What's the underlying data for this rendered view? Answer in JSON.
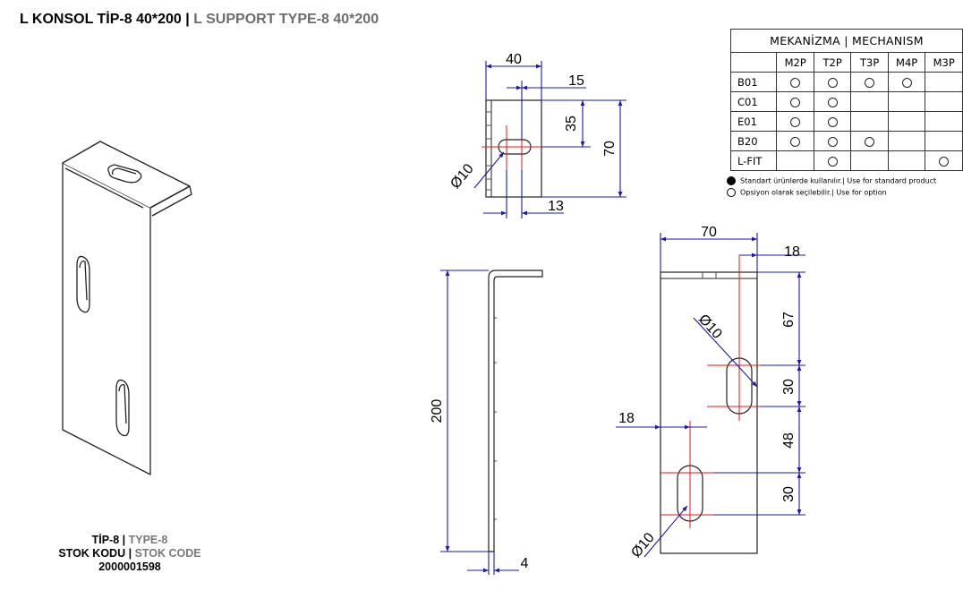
{
  "title": {
    "tr": "L KONSOL TİP-8 40*200",
    "separator": " | ",
    "en": "L SUPPORT TYPE-8 40*200"
  },
  "stock": {
    "type_tr": "TİP-8",
    "type_en": "TYPE-8",
    "code_tr": "STOK KODU",
    "code_en": "STOK CODE",
    "separator": " | ",
    "code": "2000001598"
  },
  "mechanism_table": {
    "title": "MEKANİZMA | MECHANISM",
    "columns": [
      "M2P",
      "T2P",
      "T3P",
      "M4P",
      "M3P"
    ],
    "rows": [
      {
        "label": "B01",
        "cells": [
          true,
          true,
          true,
          true,
          false
        ]
      },
      {
        "label": "C01",
        "cells": [
          true,
          true,
          false,
          false,
          false
        ]
      },
      {
        "label": "E01",
        "cells": [
          true,
          true,
          false,
          false,
          false
        ]
      },
      {
        "label": "B20",
        "cells": [
          true,
          true,
          true,
          false,
          false
        ]
      },
      {
        "label": "L-FIT",
        "cells": [
          false,
          true,
          false,
          false,
          true
        ]
      }
    ]
  },
  "legend": {
    "standard": "Standart ürünlerde kullanılır.| Use for standard product",
    "option": "Opsiyon olarak seçilebilir.| Use for option"
  },
  "dimensions": {
    "top_width": "40",
    "top_slot_offset": "15",
    "top_slot_depth": "35",
    "top_height": "70",
    "top_hole": "Ø10",
    "top_bottom_offset": "13",
    "side_height": "200",
    "side_thickness": "4",
    "front_width": "70",
    "front_slot_offset_top": "18",
    "front_hole_upper": "Ø10",
    "front_dist_67": "67",
    "front_dist_30a": "30",
    "front_dist_48": "48",
    "front_dist_30b": "30",
    "front_slot_offset_left": "18",
    "front_hole_lower": "Ø10"
  },
  "colors": {
    "dimension_line": "#1a1aa6",
    "center_line": "#e01818",
    "part_line": "#222222"
  }
}
